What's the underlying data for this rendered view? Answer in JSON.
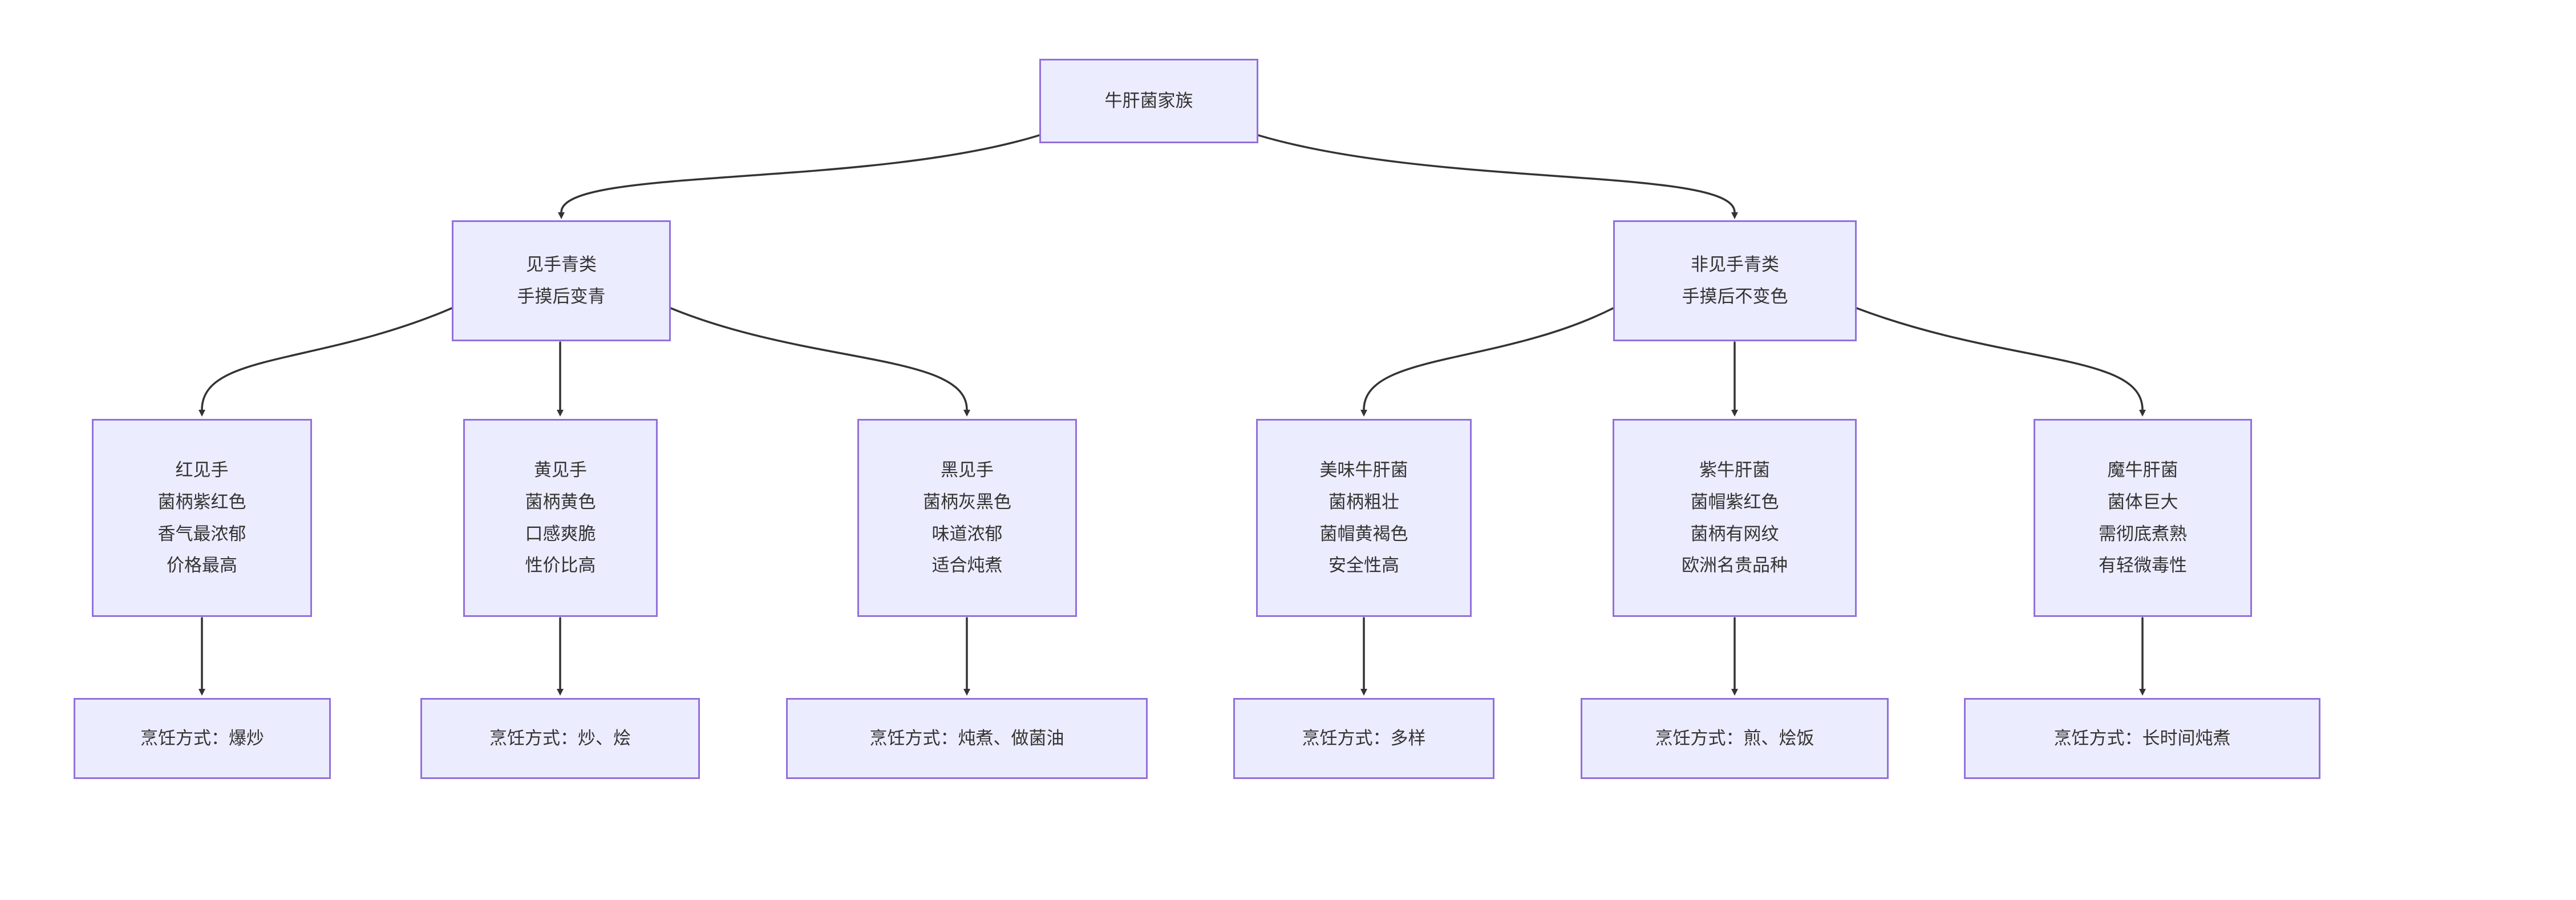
{
  "style": {
    "node_fill": "#ECECFF",
    "node_border": "#9370DB",
    "text_color": "#333333",
    "edge_color": "#333333",
    "bg_color": "#FFFFFF"
  },
  "nodes": {
    "root": {
      "lines": [
        "牛肝菌家族"
      ]
    },
    "green": {
      "lines": [
        "见手青类",
        "手摸后变青"
      ]
    },
    "nongreen": {
      "lines": [
        "非见手青类",
        "手摸后不变色"
      ]
    },
    "red_hand": {
      "lines": [
        "红见手",
        "菌柄紫红色",
        "香气最浓郁",
        "价格最高"
      ]
    },
    "yellow_hand": {
      "lines": [
        "黄见手",
        "菌柄黄色",
        "口感爽脆",
        "性价比高"
      ]
    },
    "black_hand": {
      "lines": [
        "黑见手",
        "菌柄灰黑色",
        "味道浓郁",
        "适合炖煮"
      ]
    },
    "delicious": {
      "lines": [
        "美味牛肝菌",
        "菌柄粗壮",
        "菌帽黄褐色",
        "安全性高"
      ]
    },
    "purple": {
      "lines": [
        "紫牛肝菌",
        "菌帽紫红色",
        "菌柄有网纹",
        "欧洲名贵品种"
      ]
    },
    "devil": {
      "lines": [
        "魔牛肝菌",
        "菌体巨大",
        "需彻底煮熟",
        "有轻微毒性"
      ]
    },
    "cook_red": {
      "lines": [
        "烹饪方式：爆炒"
      ]
    },
    "cook_yellow": {
      "lines": [
        "烹饪方式：炒、烩"
      ]
    },
    "cook_black": {
      "lines": [
        "烹饪方式：炖煮、做菌油"
      ]
    },
    "cook_delicious": {
      "lines": [
        "烹饪方式：多样"
      ]
    },
    "cook_purple": {
      "lines": [
        "烹饪方式：煎、烩饭"
      ]
    },
    "cook_devil": {
      "lines": [
        "烹饪方式：长时间炖煮"
      ]
    }
  }
}
